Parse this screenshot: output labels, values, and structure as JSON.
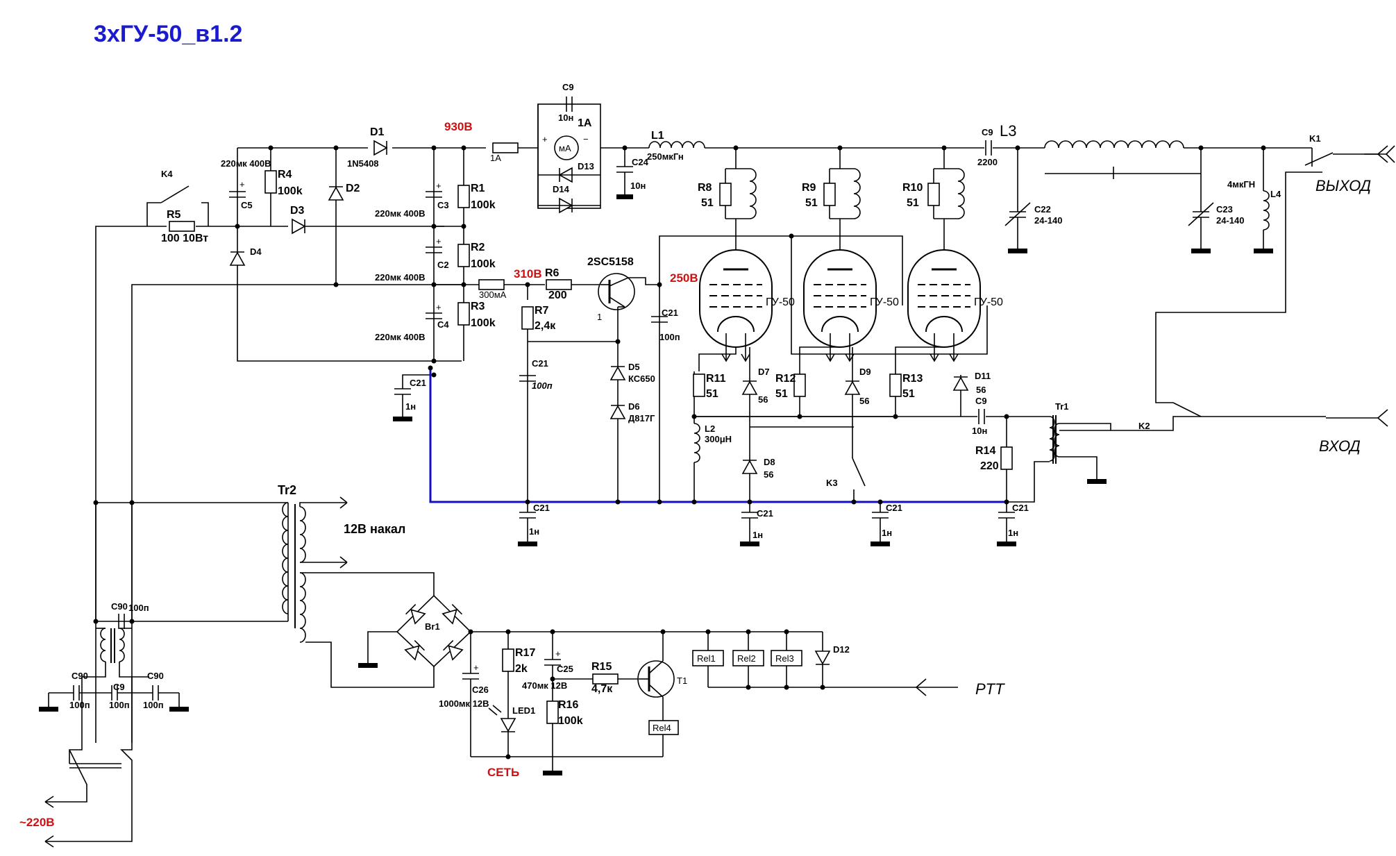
{
  "title": "3хГУ-50_в1.2",
  "voltages": {
    "v930": "930В",
    "v310": "310В",
    "v250": "250В"
  },
  "ports": {
    "output": "ВЫХОД",
    "input": "ВХОД",
    "ptt": "PTT",
    "mains": "~220В",
    "net": "СЕТЬ"
  },
  "tubes": [
    "ГУ-50",
    "ГУ-50",
    "ГУ-50"
  ],
  "transistors": {
    "q1": "2SC5158",
    "q1_pin": "1",
    "t1": "T1"
  },
  "transformers": {
    "tr2": "Tr2",
    "tr2_note": "12В накал",
    "tr1": "Tr1"
  },
  "bridge": "Br1",
  "relays": [
    "Rel1",
    "Rel2",
    "Rel3",
    "Rel4"
  ],
  "contacts": {
    "k1": "K1",
    "k2": "K2",
    "k3": "K3",
    "k4": "K4"
  },
  "resistors": {
    "r1": "R1",
    "r1v": "100k",
    "r2": "R2",
    "r2v": "100k",
    "r3": "R3",
    "r3v": "100k",
    "r4": "R4",
    "r4v": "100k",
    "r5": "R5",
    "r5v": "100 10Вт",
    "r6": "R6",
    "r6v": "200",
    "r7": "R7",
    "r7v": "2,4к",
    "r8": "R8",
    "r8v": "51",
    "r9": "R9",
    "r9v": "51",
    "r10": "R10",
    "r10v": "51",
    "r11": "R11",
    "r11v": "51",
    "r12": "R12",
    "r12v": "51",
    "r13": "R13",
    "r13v": "51",
    "r14": "R14",
    "r14v": "220",
    "r15": "R15",
    "r15v": "4,7к",
    "r16": "R16",
    "r16v": "100k",
    "r17": "R17",
    "r17v": "2k"
  },
  "fuses": {
    "f1": "1A",
    "f2": "300мА"
  },
  "meter": {
    "name": "мА",
    "range": "1А",
    "plus": "+",
    "minus": "−"
  },
  "caps": {
    "c9top": "C9",
    "c9top_v": "10н",
    "c5": "C5",
    "c5v": "220мк 400В",
    "c3": "C3",
    "c3v": "220мк 400В",
    "c2": "C2",
    "c2v": "220мк 400В",
    "c4": "C4",
    "c4v": "220мк 400В",
    "c24": "C24",
    "c24v": "10н",
    "c9b": "C9",
    "c9bv": "2200",
    "c22": "C22",
    "c22v": "24-140",
    "c23": "C23",
    "c23v": "24-140",
    "c21": "C21",
    "c21v_a": "1н",
    "c21v_b": "100п",
    "c9c": "C9",
    "c9cv": "10н",
    "c90": "C90",
    "c90v": "100п",
    "c9d": "C9",
    "c9dv": "100п",
    "c25": "C25",
    "c25v": "470мк 12В",
    "c26": "C26",
    "c26v": "1000мк 12В"
  },
  "inductors": {
    "l1": "L1",
    "l1v": "250мкГн",
    "l2": "L2",
    "l2v": "300μH",
    "l3": "L3",
    "l4": "L4",
    "l4v": "4мкГН"
  },
  "diodes": {
    "d1": "D1",
    "d1v": "1N5408",
    "d2": "D2",
    "d3": "D3",
    "d4": "D4",
    "d5": "D5",
    "d5v": "КС650",
    "d6": "D6",
    "d6v": "Д817Г",
    "d7": "D7",
    "d7v": "56",
    "d8": "D8",
    "d8v": "56",
    "d9": "D9",
    "d9v": "56",
    "d11": "D11",
    "d11v": "56",
    "d12": "D12",
    "d13": "D13",
    "d14": "D14",
    "led1": "LED1"
  }
}
